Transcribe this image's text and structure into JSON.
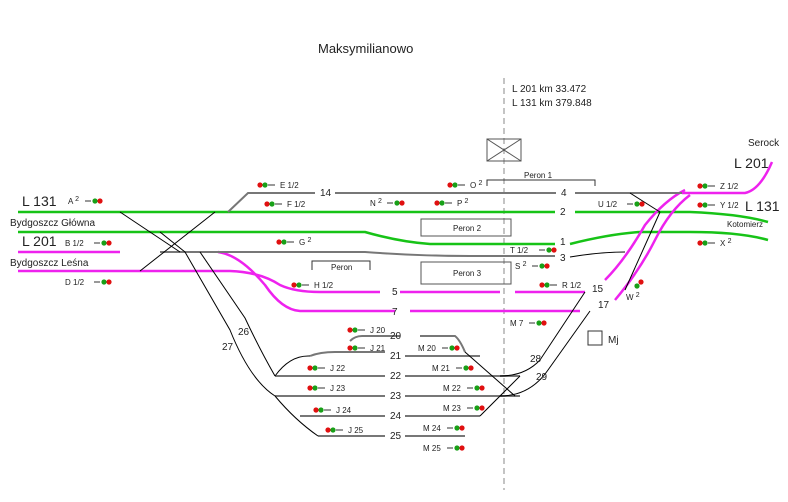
{
  "station": {
    "title": "Maksymilianowo"
  },
  "axis_info": {
    "line1": "L 201 km   33.472",
    "line2": "L 131 km 379.848"
  },
  "colors": {
    "line_131": "#17c317",
    "line_201": "#ee22ee",
    "track": "#777777",
    "signal_red": "#e01010",
    "signal_green": "#18a018"
  },
  "directions": {
    "left": [
      {
        "line": "L 131",
        "to": "Bydgoszcz Główna"
      },
      {
        "line": "L 201",
        "to": "Bydgoszcz Leśna"
      }
    ],
    "right": [
      {
        "line": "L 201",
        "to": "Serock"
      },
      {
        "line": "L 131",
        "to": "Kotomierz"
      }
    ]
  },
  "tracks": [
    "14",
    "4",
    "2",
    "1",
    "3",
    "5",
    "7",
    "15",
    "17",
    "20",
    "21",
    "22",
    "23",
    "24",
    "25",
    "26",
    "27",
    "28",
    "29"
  ],
  "platforms": [
    "Peron 1",
    "Peron 2",
    "Peron 3",
    "Peron"
  ],
  "legend": {
    "mj": "Mj"
  },
  "signals": {
    "A": {
      "name": "A",
      "sup": "2"
    },
    "B": {
      "name": "B 1/2",
      "sup": ""
    },
    "D": {
      "name": "D 1/2",
      "sup": ""
    },
    "E": {
      "name": "E 1/2",
      "sup": ""
    },
    "F": {
      "name": "F 1/2",
      "sup": ""
    },
    "G": {
      "name": "G",
      "sup": "2"
    },
    "H": {
      "name": "H 1/2",
      "sup": ""
    },
    "N": {
      "name": "N",
      "sup": "2"
    },
    "O": {
      "name": "O",
      "sup": "2"
    },
    "P": {
      "name": "P",
      "sup": "2"
    },
    "U": {
      "name": "U 1/2",
      "sup": ""
    },
    "T": {
      "name": "T 1/2",
      "sup": ""
    },
    "S": {
      "name": "S",
      "sup": "2"
    },
    "R": {
      "name": "R 1/2",
      "sup": ""
    },
    "Z": {
      "name": "Z 1/2",
      "sup": ""
    },
    "Y": {
      "name": "Y 1/2",
      "sup": ""
    },
    "X": {
      "name": "X",
      "sup": "2"
    },
    "W": {
      "name": "W",
      "sup": "2"
    },
    "M7": {
      "name": "M 7",
      "sup": ""
    },
    "J20": {
      "name": "J 20",
      "sup": ""
    },
    "J21": {
      "name": "J 21",
      "sup": ""
    },
    "J22": {
      "name": "J 22",
      "sup": ""
    },
    "J23": {
      "name": "J 23",
      "sup": ""
    },
    "J24": {
      "name": "J 24",
      "sup": ""
    },
    "J25": {
      "name": "J 25",
      "sup": ""
    },
    "M20": {
      "name": "M 20",
      "sup": ""
    },
    "M21": {
      "name": "M 21",
      "sup": ""
    },
    "M22": {
      "name": "M 22",
      "sup": ""
    },
    "M23": {
      "name": "M 23",
      "sup": ""
    },
    "M24": {
      "name": "M 24",
      "sup": ""
    },
    "M25": {
      "name": "M 25",
      "sup": ""
    }
  }
}
